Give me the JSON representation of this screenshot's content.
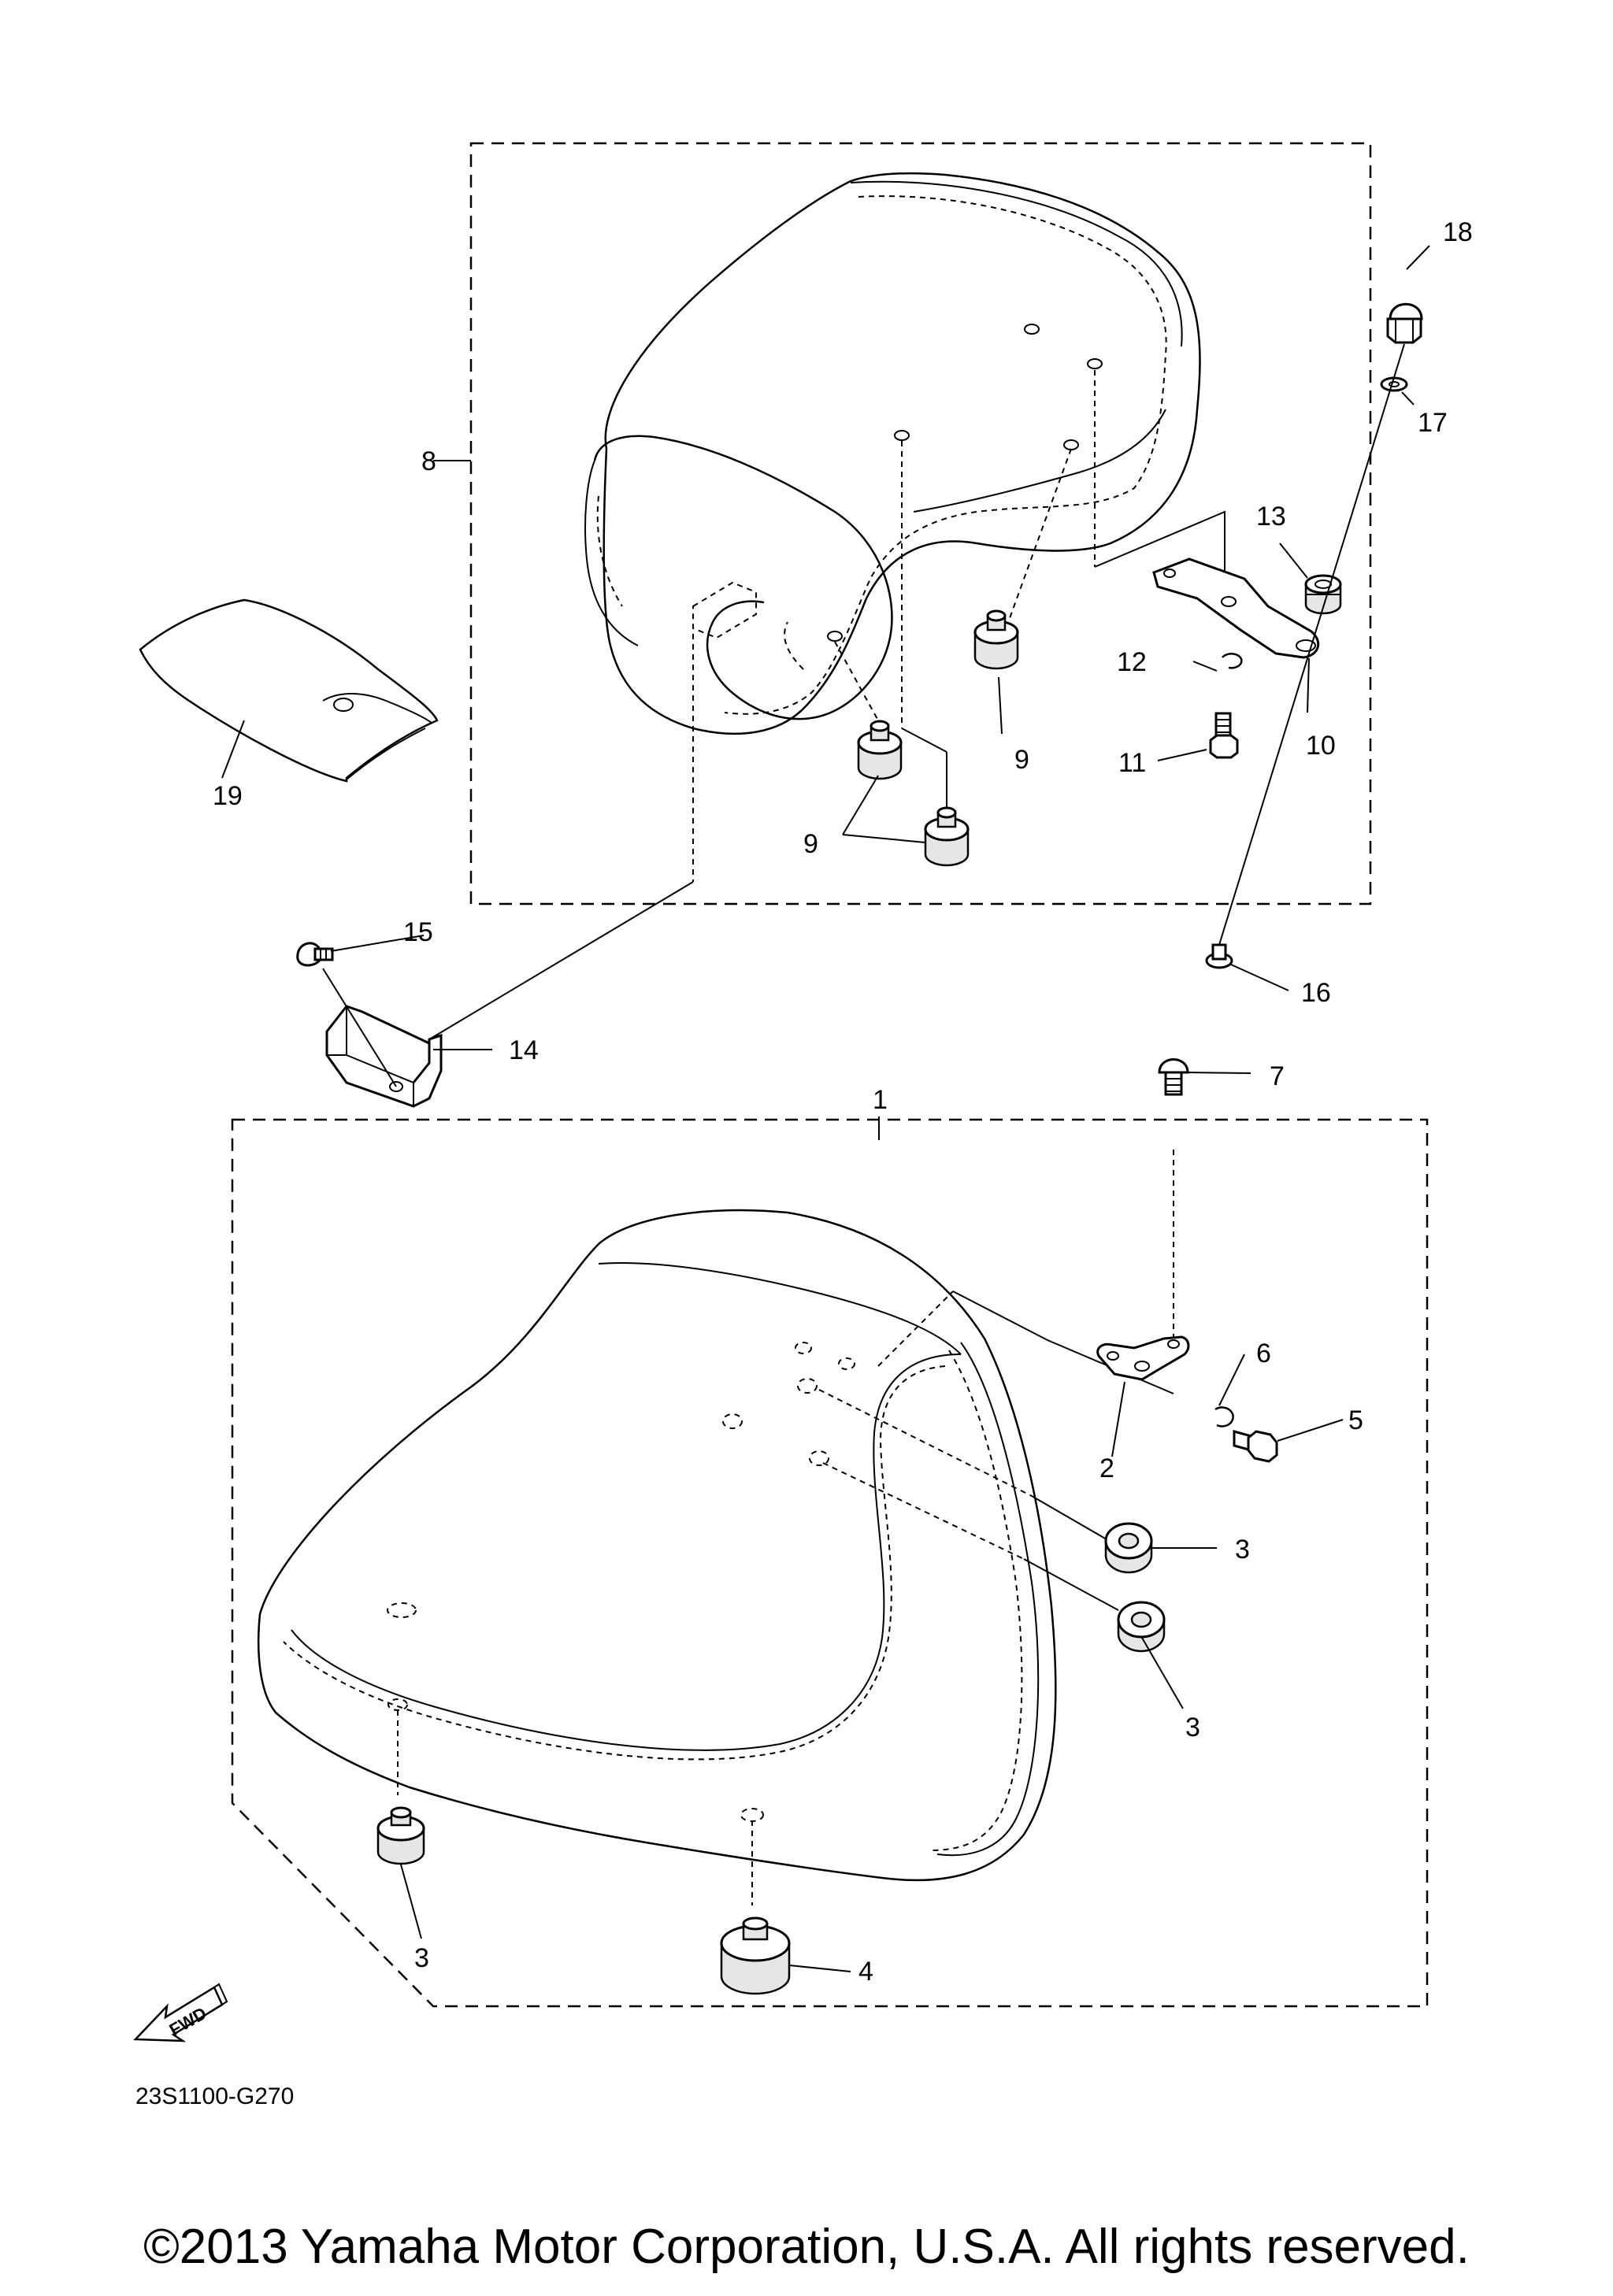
{
  "diagram": {
    "code": "23S1100-G270",
    "fwd_label": "FWD",
    "copyright": "©2013 Yamaha Motor Corporation, U.S.A. All rights reserved.",
    "callouts": {
      "p1": "1",
      "p2": "2",
      "p3": "3",
      "p4": "4",
      "p5": "5",
      "p6": "6",
      "p7": "7",
      "p8": "8",
      "p9": "9",
      "p10": "10",
      "p11": "11",
      "p12": "12",
      "p13": "13",
      "p14": "14",
      "p15": "15",
      "p16": "16",
      "p17": "17",
      "p18": "18",
      "p19": "19"
    }
  }
}
